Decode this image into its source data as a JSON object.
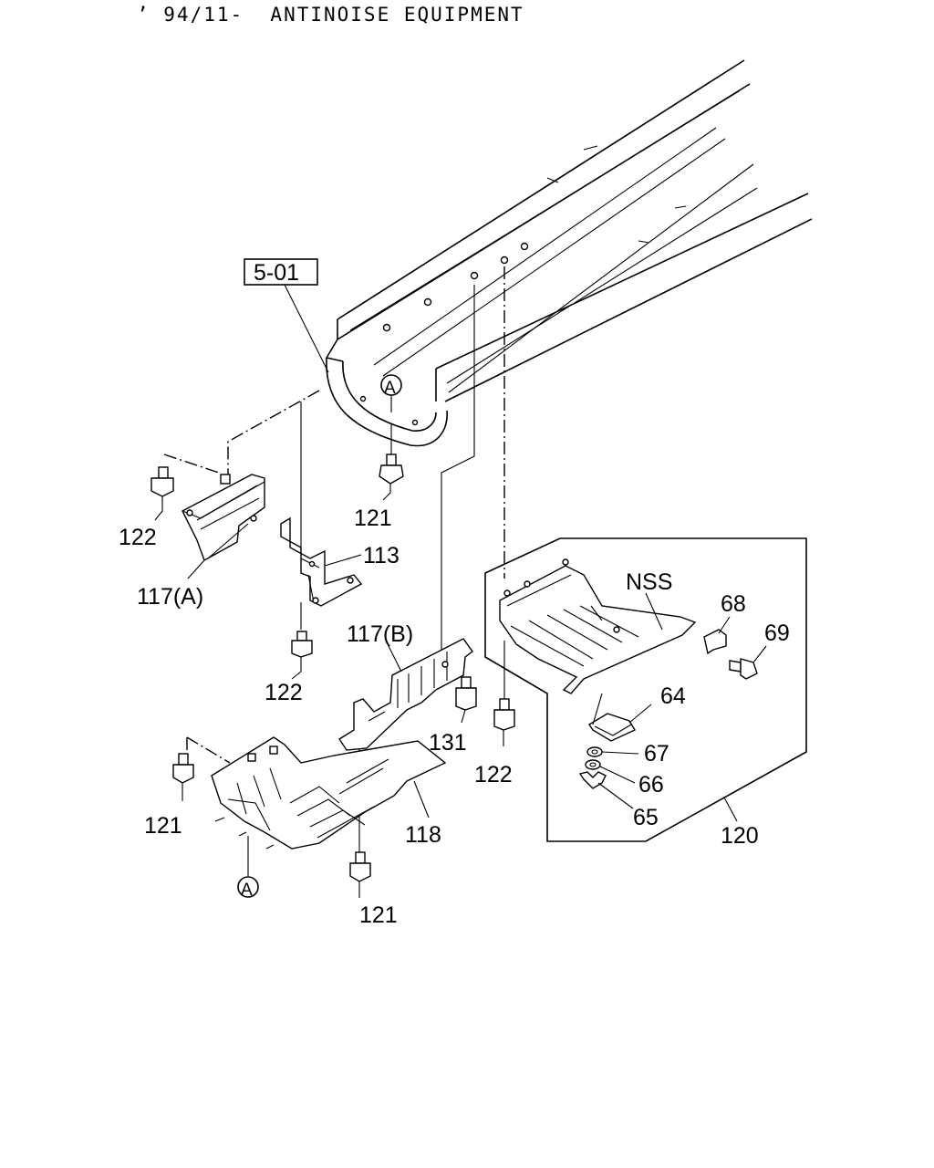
{
  "header": {
    "title": "’ 94/11-  ANTINOISE EQUIPMENT"
  },
  "labels": {
    "ref_501": "5-01",
    "callout_a_top": "A",
    "callout_a_bottom": "A",
    "p121_top": "121",
    "p122_left": "122",
    "p117a": "117(A)",
    "p113": "113",
    "p122_mid": "122",
    "p117b": "117(B)",
    "p131": "131",
    "p122_right": "122",
    "p121_left": "121",
    "p118": "118",
    "p121_bottom": "121",
    "nss": "NSS",
    "p68": "68",
    "p69": "69",
    "p64": "64",
    "p67": "67",
    "p66": "66",
    "p65": "65",
    "p120": "120"
  }
}
